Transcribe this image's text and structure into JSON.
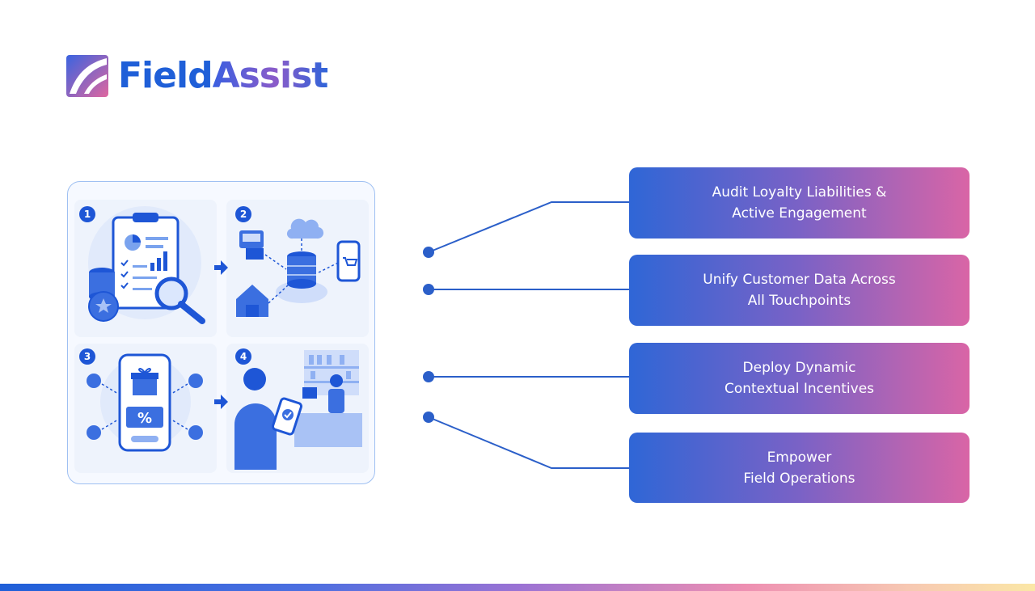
{
  "brand": {
    "name": "FieldAssist",
    "part1": "Field",
    "part2": "Assist"
  },
  "illustration": {
    "steps": [
      "1",
      "2",
      "3",
      "4"
    ]
  },
  "boxes": [
    {
      "line1": "Audit Loyalty Liabilities &",
      "line2": "Active Engagement"
    },
    {
      "line1": "Unify Customer Data Across",
      "line2": "All Touchpoints"
    },
    {
      "line1": "Deploy Dynamic",
      "line2": "Contextual Incentives"
    },
    {
      "line1": "Empower",
      "line2": "Field Operations"
    }
  ],
  "colors": {
    "brand_blue": "#1f5fd8",
    "connector": "#2b5fc9",
    "gradient_start": "#2f66d6",
    "gradient_end": "#d965a6"
  }
}
